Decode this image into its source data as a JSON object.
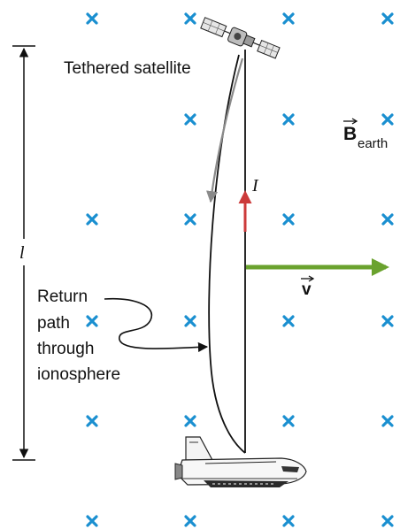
{
  "labels": {
    "satellite": "Tethered satellite",
    "b_field_symbol": "B",
    "b_field_subscript": "earth",
    "current": "I",
    "velocity": "v",
    "length": "l",
    "return_path_lines": [
      "Return",
      "path",
      "through",
      "ionosphere"
    ]
  },
  "colors": {
    "field_marker": "#1a8fd0",
    "velocity_arrow": "#6aa22e",
    "current_arrow": "#cc3a3a",
    "return_arrow": "#8a8a8a",
    "ink": "#111111"
  },
  "icons": {
    "field_marker": "x-mark-icon",
    "satellite": "satellite-icon",
    "spacecraft": "space-shuttle-icon"
  }
}
